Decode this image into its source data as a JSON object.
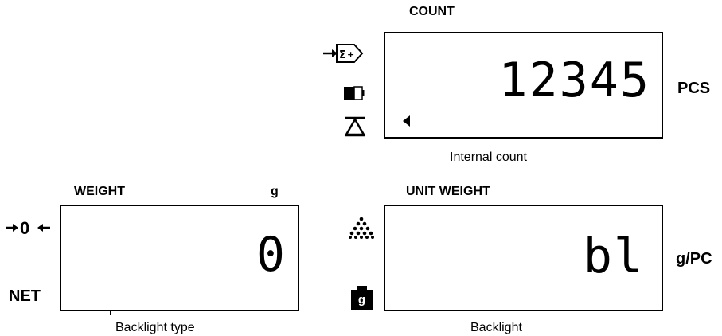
{
  "count_panel": {
    "title": "COUNT",
    "value": "12345",
    "unit": "PCS",
    "caption": "Internal count",
    "icons": [
      "sigma-plus-icon",
      "battery-icon",
      "stable-triangle-icon",
      "left-arrow-indicator-icon"
    ]
  },
  "weight_panel": {
    "title": "WEIGHT",
    "unit": "g",
    "value": "0",
    "caption": "Backlight type",
    "side_labels": {
      "zero": "→ 0 ←",
      "net": "NET"
    },
    "icons": [
      "zero-indicator-icon"
    ]
  },
  "unit_weight_panel": {
    "title": "UNIT WEIGHT",
    "value": "bl",
    "unit": "g/PC",
    "caption": "Backlight",
    "icons": [
      "dots-pyramid-icon",
      "weight-icon"
    ],
    "weight_icon_label": "g"
  }
}
